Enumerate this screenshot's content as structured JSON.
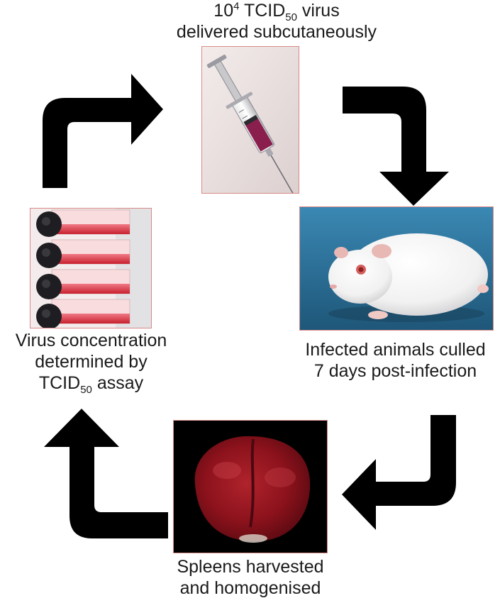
{
  "steps": {
    "injection": {
      "prefix": "10",
      "exponent": "4",
      "unit": " TCID",
      "unit_sub": "50",
      "suffix": " virus",
      "line2": "delivered subcutaneously"
    },
    "infection": {
      "line1": "Infected animals culled",
      "line2": "7 days post-infection"
    },
    "harvest": {
      "line1": "Spleens harvested",
      "line2": "and homogenised"
    },
    "assay": {
      "line1": "Virus concentration",
      "line2": "determined by",
      "line3_main": "TCID",
      "line3_sub": "50",
      "line3_suffix": " assay"
    }
  },
  "colors": {
    "arrow": "#000000",
    "photo_border": "#d88a86",
    "text": "#1a1a1a"
  },
  "icons": [
    "syringe-icon",
    "guinea-pig-icon",
    "spleen-icon",
    "culture-flask-icon"
  ]
}
